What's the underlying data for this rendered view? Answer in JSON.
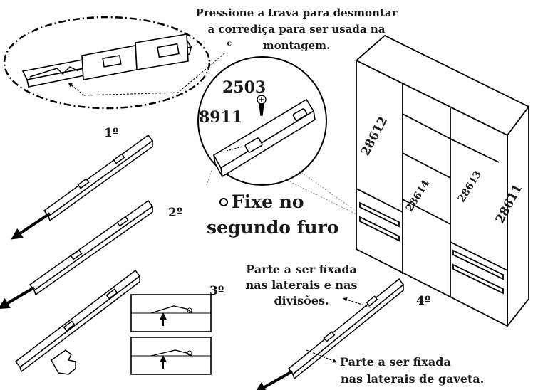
{
  "instructions": {
    "press_lock": [
      "Pressione a trava para desmontar",
      "a corrediça para ser usada na",
      "montagem."
    ],
    "fix_hole": [
      "Fixe no",
      "segundo furo"
    ],
    "part_sides": [
      "Parte a ser fixada",
      "nas laterais e nas",
      "divisões."
    ],
    "part_drawer": [
      "Parte a ser fixada",
      "nas laterais de gaveta."
    ]
  },
  "parts": {
    "screw": "2503",
    "slide": "8911",
    "panel_left": "28612",
    "panel_mid_a": "28614",
    "panel_mid_b": "28613",
    "panel_right": "28611"
  },
  "steps": {
    "s1": "1º",
    "s2": "2º",
    "s3": "3º",
    "s4": "4º"
  }
}
